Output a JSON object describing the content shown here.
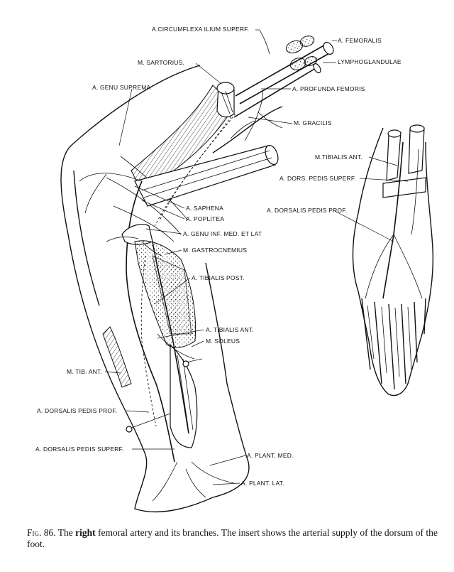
{
  "labels": {
    "circumflexa": "A.CIRCUMFLEXA ILIUM SUPERF.",
    "femoralis": "A. FEMORALIS",
    "sartorius": "M. SARTORIUS.",
    "lymphoglandulae": "LYMPHOGLANDULAE",
    "genu_suprema": "A. GENU SUPREMA",
    "profunda_femoris": "A. PROFUNDA FEMORIS",
    "gracilis": "M. GRACILIS",
    "tibialis_ant_insert": "M.TIBIALIS ANT.",
    "dors_pedis_superf_insert": "A. DORS. PEDIS SUPERF.",
    "saphena": "A. SAPHENA",
    "dorsalis_pedis_prof_insert": "A. DORSALIS PEDIS PROF.",
    "poplitea": "A. POPLITEA",
    "genu_inf": "A. GENU INF. MED. ET LAT",
    "gastrocnemius": "M. GASTROCNEMIUS",
    "tibialis_post": "A. TIBIALIS POST.",
    "tibialis_ant_artery": "A. TIBIALIS ANT.",
    "soleus": "M. SOLEUS",
    "tib_ant_muscle": "M. TIB. ANT.",
    "dorsalis_pedis_prof": "A. DORSALIS PEDIS PROF.",
    "dorsalis_pedis_superf": "A. DORSALIS PEDIS SUPERF.",
    "plant_med": "A. PLANT. MED.",
    "plant_lat": "A. PLANT. LAT."
  },
  "caption": {
    "fig_label": "Fig. 86.",
    "text_1": " The ",
    "right": "right",
    "text_2": " femoral artery and its branches.  The insert shows the arterial supply of the dorsum of the foot."
  }
}
